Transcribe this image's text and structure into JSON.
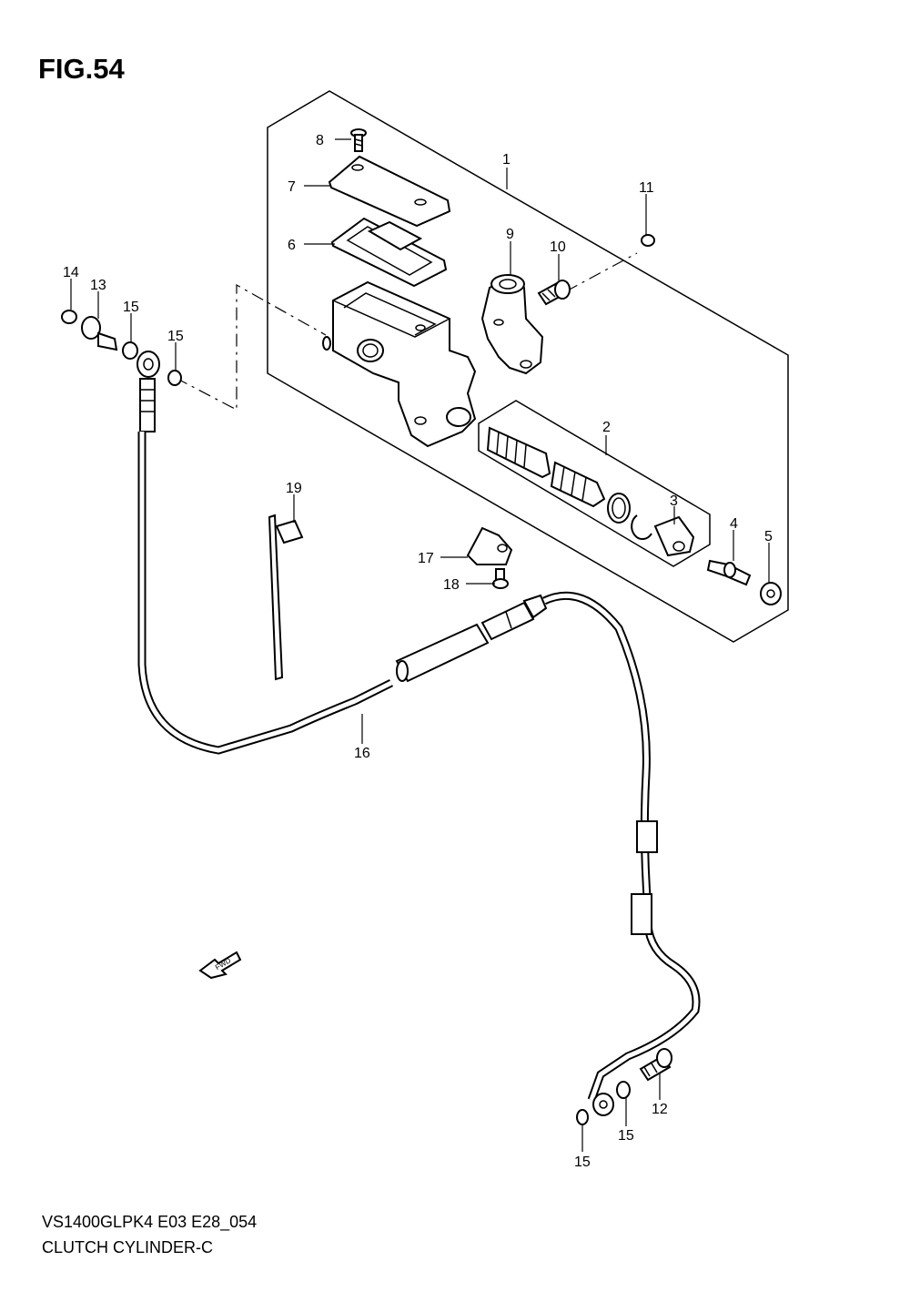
{
  "figure_title": "FIG.54",
  "footer": {
    "model_code": "VS1400GLPK4 E03 E28_054",
    "caption": "CLUTCH CYLINDER-C"
  },
  "fwd_label": "FWD",
  "callouts": {
    "c1": "1",
    "c2": "2",
    "c3": "3",
    "c4": "4",
    "c5": "5",
    "c6": "6",
    "c7": "7",
    "c8": "8",
    "c9": "9",
    "c10": "10",
    "c11": "11",
    "c12": "12",
    "c13": "13",
    "c14": "14",
    "c15a": "15",
    "c15b": "15",
    "c15c": "15",
    "c15d": "15",
    "c16": "16",
    "c17": "17",
    "c18": "18",
    "c19": "19"
  }
}
